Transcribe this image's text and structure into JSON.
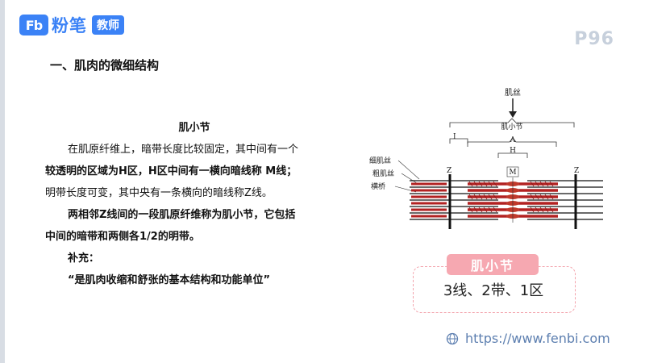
{
  "brand": {
    "mark": "Fb",
    "name": "粉笔",
    "tag": "教师"
  },
  "page_number": "P96",
  "section_title": "一、肌肉的微细结构",
  "body": {
    "heading": "肌小节",
    "p1_line1": "在肌原纤维上，暗带长度比较固定，其中间有一个",
    "p1_line2": "较透明的区域为H区，H区中间有一横向暗线称 M线；",
    "p1_line3": "明带长度可变，其中央有一条横向的暗线称Z线。",
    "p2_line1": "两相邻Z线间的一段肌原纤维称为肌小节，它包括",
    "p2_line2": "中间的暗带和两侧各1/2的明带。",
    "supplement_label": "补充：",
    "supplement_text": "“是肌肉收缩和舒张的基本结构和功能单位”"
  },
  "diagram": {
    "top_label": "肌丝",
    "sarcomere_label": "肌小节",
    "label_I": "I",
    "label_A": "A",
    "label_H": "H",
    "label_M": "M",
    "label_Z_left": "Z",
    "label_Z_right": "Z",
    "side_labels": [
      "细肌丝",
      "粗肌丝",
      "横桥"
    ]
  },
  "summary": {
    "badge": "肌小节",
    "text": "3线、2带、1区"
  },
  "url": "https://www.fenbi.com",
  "colors": {
    "brand_blue": "#3b82f6",
    "pink": "#f6a8b1",
    "filament_red": "#b22222"
  }
}
